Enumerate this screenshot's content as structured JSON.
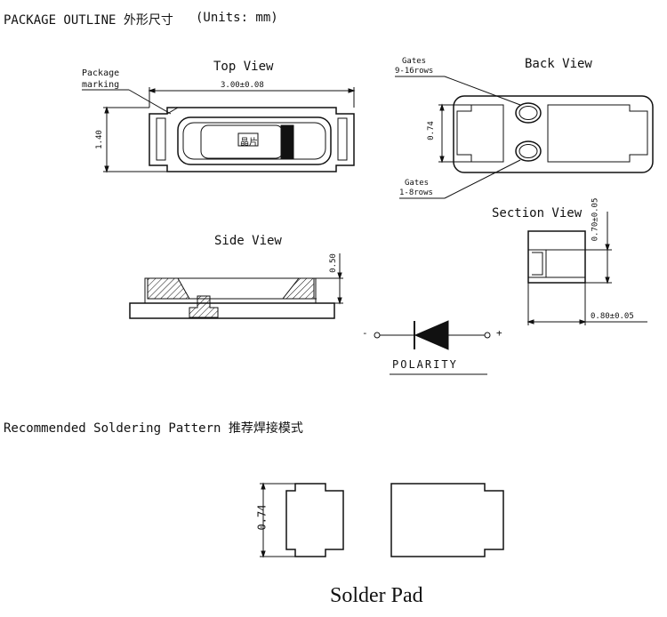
{
  "header": {
    "title": "PACKAGE OUTLINE 外形尺寸",
    "units": "(Units: mm)"
  },
  "top_view": {
    "label": "Top View",
    "callout": [
      "Package",
      "marking"
    ],
    "width_dim": "3.00±0.08",
    "height_dim": "1.40",
    "chip_mark": "晶片"
  },
  "back_view": {
    "label": "Back View",
    "gates_top": [
      "Gates",
      "9-16rows"
    ],
    "gates_bottom": [
      "Gates",
      "1-8rows"
    ],
    "height_dim": "0.74"
  },
  "side_view": {
    "label": "Side View",
    "height_dim": "0.50"
  },
  "section_view": {
    "label": "Section View",
    "height_dim": "0.70±0.05",
    "width_dim": "0.80±0.05"
  },
  "polarity": {
    "label": "POLARITY",
    "minus": "-",
    "plus": "+"
  },
  "soldering": {
    "title": "Recommended Soldering Pattern 推荐焊接模式",
    "height_dim": "0.74",
    "caption": "Solder Pad"
  }
}
